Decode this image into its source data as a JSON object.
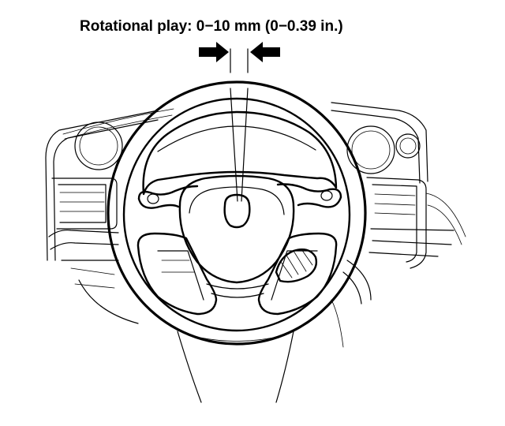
{
  "caption": "Rotational play: 0−10 mm (0−0.39 in.)",
  "figure": {
    "subject": "steering-wheel",
    "play_range_mm": [
      0,
      10
    ],
    "play_range_in": [
      0,
      0.39
    ]
  }
}
